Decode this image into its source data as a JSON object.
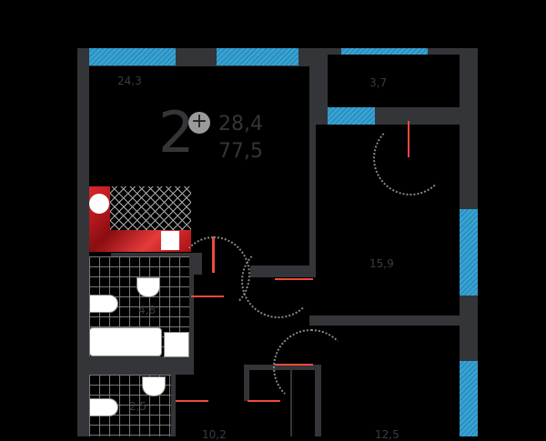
{
  "plan": {
    "rooms_count": "2",
    "plus_icon": "+",
    "living_area": "28,4",
    "total_area": "77,5"
  },
  "rooms": {
    "kitchen_living": "24,3",
    "balcony": "3,7",
    "bedroom1": "15,9",
    "bathroom": "4,8",
    "wc": "2,5",
    "hall": "10,2",
    "bedroom2": "12,5"
  },
  "colors": {
    "wall": "#333538",
    "window": "#3aa6d6",
    "door": "#f04a3c",
    "kitchen": "#c8161d"
  }
}
